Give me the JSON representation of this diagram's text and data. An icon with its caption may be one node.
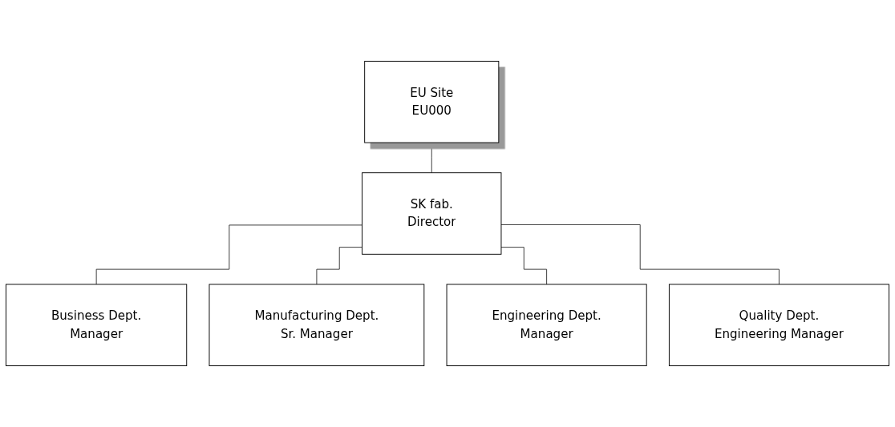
{
  "diagram": {
    "nodes": [
      {
        "text": [
          "EU Site",
          "EU000"
        ]
      },
      {
        "text": [
          "SK fab.",
          "Director"
        ]
      },
      {
        "text": [
          "Business Dept.",
          "Manager"
        ]
      },
      {
        "text": [
          "Manufacturing Dept.",
          "Sr. Manager"
        ]
      },
      {
        "text": [
          "Engineering Dept.",
          "Manager"
        ]
      },
      {
        "text": [
          "Quality Dept.",
          "Engineering Manager"
        ]
      }
    ],
    "edges": [
      {
        "from": 0,
        "to": 1,
        "arrow": "none"
      },
      {
        "from": 1,
        "to": 2,
        "arrow": "none"
      },
      {
        "from": 1,
        "to": 3,
        "arrow": "none"
      },
      {
        "from": 1,
        "to": 4,
        "arrow": "none"
      },
      {
        "from": 1,
        "to": 5,
        "arrow": "none"
      }
    ]
  }
}
